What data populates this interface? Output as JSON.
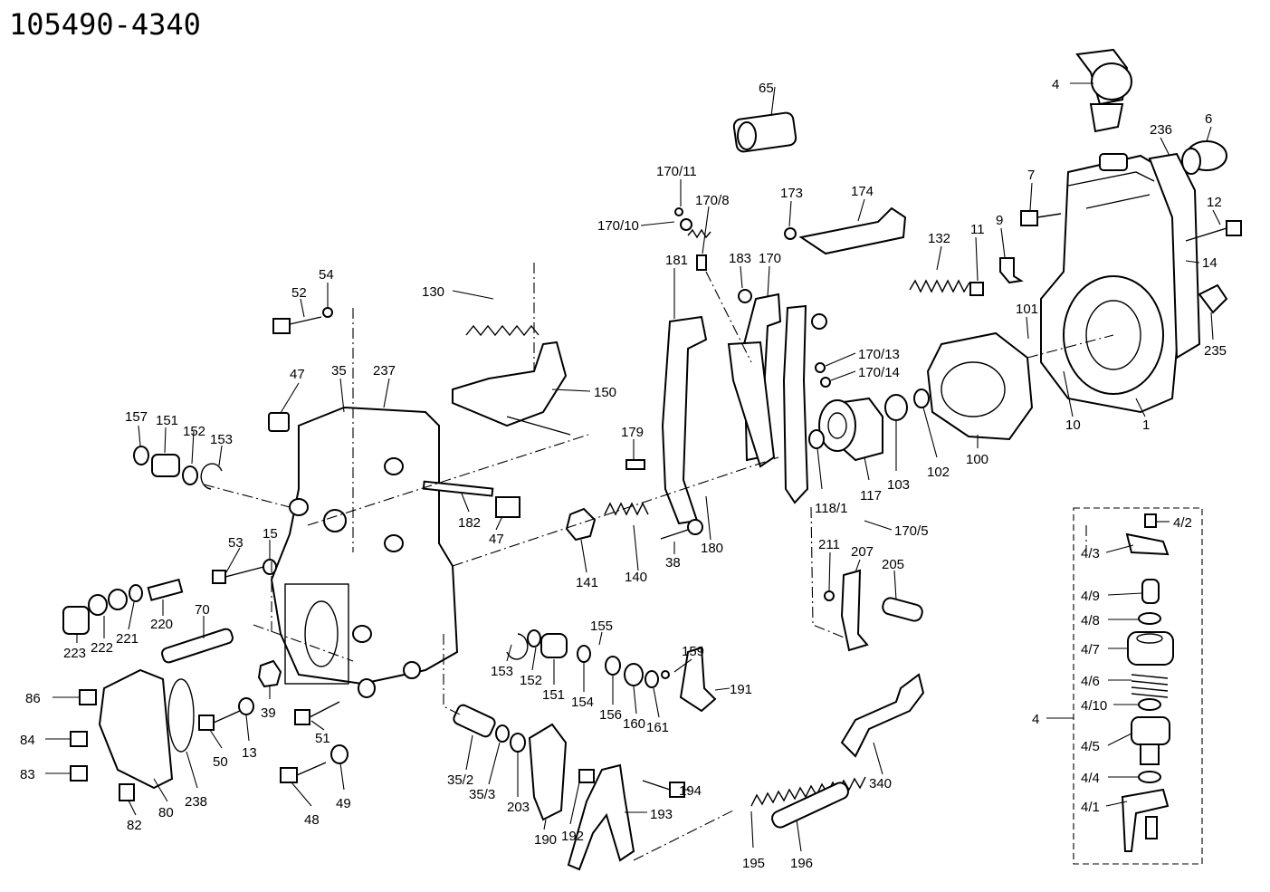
{
  "title": "105490-4340",
  "callouts": [
    {
      "id": "c4_top",
      "text": "4"
    },
    {
      "id": "c6",
      "text": "6"
    },
    {
      "id": "c236",
      "text": "236"
    },
    {
      "id": "c12",
      "text": "12"
    },
    {
      "id": "c14",
      "text": "14"
    },
    {
      "id": "c235",
      "text": "235"
    },
    {
      "id": "c7",
      "text": "7"
    },
    {
      "id": "c9",
      "text": "9"
    },
    {
      "id": "c11",
      "text": "11"
    },
    {
      "id": "c101",
      "text": "101"
    },
    {
      "id": "c10",
      "text": "10"
    },
    {
      "id": "c1",
      "text": "1"
    },
    {
      "id": "c65",
      "text": "65"
    },
    {
      "id": "c170_11",
      "text": "170/11"
    },
    {
      "id": "c170_8",
      "text": "170/8"
    },
    {
      "id": "c170_10",
      "text": "170/10"
    },
    {
      "id": "c173",
      "text": "173"
    },
    {
      "id": "c174",
      "text": "174"
    },
    {
      "id": "c132",
      "text": "132"
    },
    {
      "id": "c181",
      "text": "181"
    },
    {
      "id": "c183",
      "text": "183"
    },
    {
      "id": "c170",
      "text": "170"
    },
    {
      "id": "c170_13",
      "text": "170/13"
    },
    {
      "id": "c170_14",
      "text": "170/14"
    },
    {
      "id": "c100",
      "text": "100"
    },
    {
      "id": "c102",
      "text": "102"
    },
    {
      "id": "c103",
      "text": "103"
    },
    {
      "id": "c117",
      "text": "117"
    },
    {
      "id": "c118_1",
      "text": "118/1"
    },
    {
      "id": "c170_5",
      "text": "170/5"
    },
    {
      "id": "c130",
      "text": "130"
    },
    {
      "id": "c150",
      "text": "150"
    },
    {
      "id": "c54",
      "text": "54"
    },
    {
      "id": "c52",
      "text": "52"
    },
    {
      "id": "c47_top",
      "text": "47"
    },
    {
      "id": "c35",
      "text": "35"
    },
    {
      "id": "c237",
      "text": "237"
    },
    {
      "id": "c157",
      "text": "157"
    },
    {
      "id": "c151_top",
      "text": "151"
    },
    {
      "id": "c152_top",
      "text": "152"
    },
    {
      "id": "c153_top",
      "text": "153"
    },
    {
      "id": "c179",
      "text": "179"
    },
    {
      "id": "c182",
      "text": "182"
    },
    {
      "id": "c47_mid",
      "text": "47"
    },
    {
      "id": "c141",
      "text": "141"
    },
    {
      "id": "c140",
      "text": "140"
    },
    {
      "id": "c38",
      "text": "38"
    },
    {
      "id": "c180",
      "text": "180"
    },
    {
      "id": "c211",
      "text": "211"
    },
    {
      "id": "c207",
      "text": "207"
    },
    {
      "id": "c205",
      "text": "205"
    },
    {
      "id": "c53",
      "text": "53"
    },
    {
      "id": "c15",
      "text": "15"
    },
    {
      "id": "c220",
      "text": "220"
    },
    {
      "id": "c221",
      "text": "221"
    },
    {
      "id": "c222",
      "text": "222"
    },
    {
      "id": "c223",
      "text": "223"
    },
    {
      "id": "c70",
      "text": "70"
    },
    {
      "id": "c155",
      "text": "155"
    },
    {
      "id": "c153_bot",
      "text": "153"
    },
    {
      "id": "c152_bot",
      "text": "152"
    },
    {
      "id": "c151_bot",
      "text": "151"
    },
    {
      "id": "c154",
      "text": "154"
    },
    {
      "id": "c156",
      "text": "156"
    },
    {
      "id": "c160",
      "text": "160"
    },
    {
      "id": "c161",
      "text": "161"
    },
    {
      "id": "c159",
      "text": "159"
    },
    {
      "id": "c191",
      "text": "191"
    },
    {
      "id": "c86",
      "text": "86"
    },
    {
      "id": "c84",
      "text": "84"
    },
    {
      "id": "c83",
      "text": "83"
    },
    {
      "id": "c82",
      "text": "82"
    },
    {
      "id": "c80",
      "text": "80"
    },
    {
      "id": "c238",
      "text": "238"
    },
    {
      "id": "c50",
      "text": "50"
    },
    {
      "id": "c13",
      "text": "13"
    },
    {
      "id": "c39",
      "text": "39"
    },
    {
      "id": "c51",
      "text": "51"
    },
    {
      "id": "c48",
      "text": "48"
    },
    {
      "id": "c49",
      "text": "49"
    },
    {
      "id": "c35_2",
      "text": "35/2"
    },
    {
      "id": "c35_3",
      "text": "35/3"
    },
    {
      "id": "c203",
      "text": "203"
    },
    {
      "id": "c190",
      "text": "190"
    },
    {
      "id": "c192",
      "text": "192"
    },
    {
      "id": "c194",
      "text": "194"
    },
    {
      "id": "c193",
      "text": "193"
    },
    {
      "id": "c195",
      "text": "195"
    },
    {
      "id": "c196",
      "text": "196"
    },
    {
      "id": "c340",
      "text": "340"
    },
    {
      "id": "c4_2",
      "text": "4/2"
    },
    {
      "id": "c4_3",
      "text": "4/3"
    },
    {
      "id": "c4_9",
      "text": "4/9"
    },
    {
      "id": "c4_8",
      "text": "4/8"
    },
    {
      "id": "c4_7",
      "text": "4/7"
    },
    {
      "id": "c4_6",
      "text": "4/6"
    },
    {
      "id": "c4_10",
      "text": "4/10"
    },
    {
      "id": "c4_5",
      "text": "4/5"
    },
    {
      "id": "c4_4",
      "text": "4/4"
    },
    {
      "id": "c4_1",
      "text": "4/1"
    },
    {
      "id": "c4_side",
      "text": "4"
    }
  ]
}
